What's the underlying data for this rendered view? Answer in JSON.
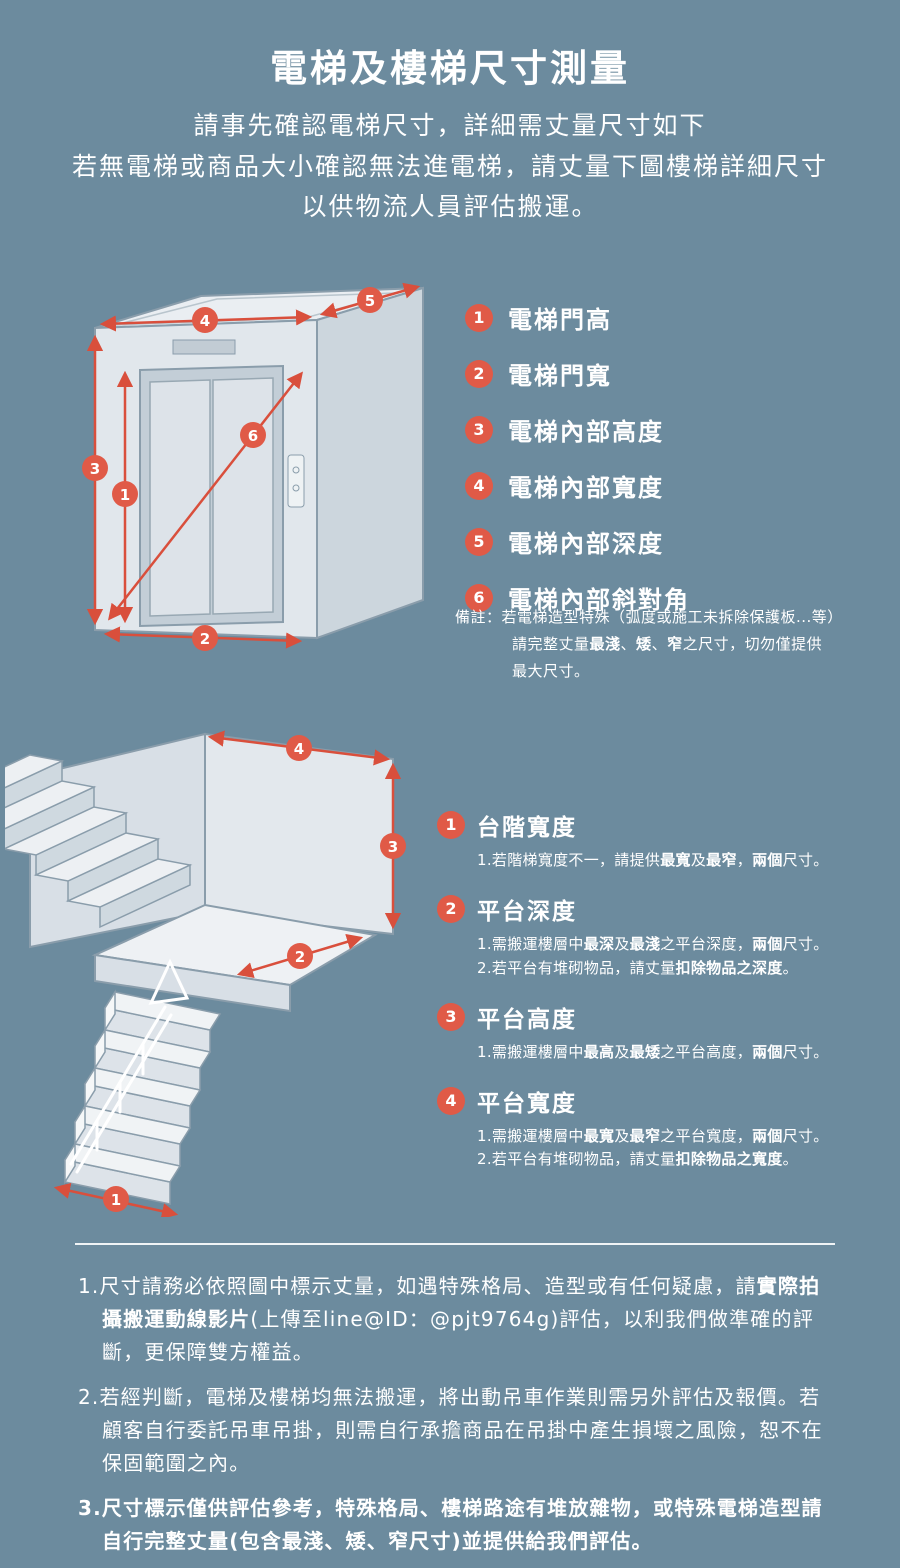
{
  "colors": {
    "background": "#6c8b9e",
    "accent": "#e05a47",
    "measure_line": "#d94f3c",
    "illustration_fill": "#e1e7ec",
    "illustration_stroke": "#8a9dab",
    "text": "#ffffff"
  },
  "page": {
    "title": "電梯及樓梯尺寸測量",
    "intro_lines": [
      "請事先確認電梯尺寸，詳細需丈量尺寸如下",
      "若無電梯或商品大小確認無法進電梯，請丈量下圖樓梯詳細尺寸",
      "以供物流人員評估搬運。"
    ]
  },
  "elevator": {
    "items": [
      {
        "num": "1",
        "label": "電梯門高"
      },
      {
        "num": "2",
        "label": "電梯門寬"
      },
      {
        "num": "3",
        "label": "電梯內部高度"
      },
      {
        "num": "4",
        "label": "電梯內部寬度"
      },
      {
        "num": "5",
        "label": "電梯內部深度"
      },
      {
        "num": "6",
        "label": "電梯內部斜對角"
      }
    ],
    "note_lines": [
      [
        {
          "t": "備註：若電梯造型特殊（弧度或施工未拆除保護板...等）"
        }
      ],
      [
        {
          "t": "請完整丈量"
        },
        {
          "t": "最淺",
          "b": true
        },
        {
          "t": "、"
        },
        {
          "t": "矮",
          "b": true
        },
        {
          "t": "、"
        },
        {
          "t": "窄",
          "b": true
        },
        {
          "t": "之尺寸，切勿僅提供"
        }
      ],
      [
        {
          "t": "最大尺寸。"
        }
      ]
    ]
  },
  "stairs": {
    "items": [
      {
        "num": "1",
        "label": "台階寬度",
        "notes": [
          [
            {
              "t": "1.若階梯寬度不一，請提供"
            },
            {
              "t": "最寬",
              "b": true
            },
            {
              "t": "及"
            },
            {
              "t": "最窄",
              "b": true
            },
            {
              "t": "，"
            },
            {
              "t": "兩個",
              "b": true
            },
            {
              "t": "尺寸。"
            }
          ]
        ]
      },
      {
        "num": "2",
        "label": "平台深度",
        "notes": [
          [
            {
              "t": "1.需搬運樓層中"
            },
            {
              "t": "最深",
              "b": true
            },
            {
              "t": "及"
            },
            {
              "t": "最淺",
              "b": true
            },
            {
              "t": "之平台深度，"
            },
            {
              "t": "兩個",
              "b": true
            },
            {
              "t": "尺寸。"
            }
          ],
          [
            {
              "t": "2.若平台有堆砌物品，請丈量"
            },
            {
              "t": "扣除物品之深度",
              "b": true
            },
            {
              "t": "。"
            }
          ]
        ]
      },
      {
        "num": "3",
        "label": "平台高度",
        "notes": [
          [
            {
              "t": "1.需搬運樓層中"
            },
            {
              "t": "最高",
              "b": true
            },
            {
              "t": "及"
            },
            {
              "t": "最矮",
              "b": true
            },
            {
              "t": "之平台高度，"
            },
            {
              "t": "兩個",
              "b": true
            },
            {
              "t": "尺寸。"
            }
          ]
        ]
      },
      {
        "num": "4",
        "label": "平台寬度",
        "notes": [
          [
            {
              "t": "1.需搬運樓層中"
            },
            {
              "t": "最寬",
              "b": true
            },
            {
              "t": "及"
            },
            {
              "t": "最窄",
              "b": true
            },
            {
              "t": "之平台寬度，"
            },
            {
              "t": "兩個",
              "b": true
            },
            {
              "t": "尺寸。"
            }
          ],
          [
            {
              "t": "2.若平台有堆砌物品，請丈量"
            },
            {
              "t": "扣除物品之寬度",
              "b": true
            },
            {
              "t": "。"
            }
          ]
        ]
      }
    ]
  },
  "footer": {
    "notes": [
      [
        {
          "t": "1.尺寸請務必依照圖中標示丈量，如遇特殊格局、造型或有任何疑慮，請"
        },
        {
          "t": "實際拍攝搬運動線影片",
          "b": true
        },
        {
          "t": "(上傳至line@ID：@pjt9764g)評估，以利我們做準確的評斷，更保障雙方權益。"
        }
      ],
      [
        {
          "t": "2.若經判斷，電梯及樓梯均無法搬運，將出動吊車作業則需另外評估及報價。若顧客自行委託吊車吊掛，則需自行承擔商品在吊掛中產生損壞之風險，恕不在保固範圍之內。"
        }
      ],
      [
        {
          "t": "3.尺寸標示僅供評估參考，特殊格局、樓梯路途有堆放雜物，或特殊電梯造型請自行完整丈量(包含最淺、矮、窄尺寸)並提供給我們評估。",
          "b": true
        }
      ]
    ]
  }
}
